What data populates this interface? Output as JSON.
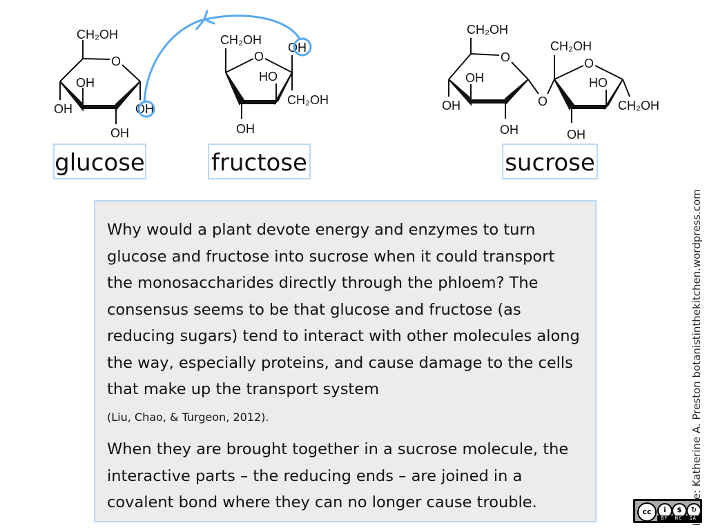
{
  "molecules": {
    "glucose": {
      "name": "glucose",
      "ch2oh": "CH₂OH",
      "ring_o": "O",
      "oh_c4": "OH",
      "oh_c3": "OH",
      "oh_c2": "OH",
      "oh_c1": "OH"
    },
    "fructose": {
      "name": "fructose",
      "ch2oh_top": "CH₂OH",
      "ring_o": "O",
      "oh_c2": "OH",
      "ho_c3": "HO",
      "ch2oh_c2": "CH₂OH",
      "oh_c4": "OH"
    },
    "sucrose": {
      "name": "sucrose",
      "ch2oh_glc": "CH₂OH",
      "ring_o_glc": "O",
      "oh_c4": "OH",
      "oh_c3": "OH",
      "oh_c2": "OH",
      "bridge_o": "O",
      "ch2oh_fru": "CH₂OH",
      "ring_o_fru": "O",
      "ho_fru": "HO",
      "ch2oh_fru2": "CH₂OH",
      "oh_fru": "OH"
    }
  },
  "highlight_color": "#5aaaf0",
  "body": {
    "paragraph1": "Why would a plant devote energy and enzymes to turn glucose and fructose into sucrose when it could transport the monosaccharides directly through the phloem? The consensus seems to be that glucose and fructose (as reducing sugars) tend to interact with other molecules along the way, especially proteins, and cause damage to the cells that make up the transport system",
    "citation": "(Liu, Chao, & Turgeon, 2012).",
    "paragraph2": "When they are brought together in a sucrose molecule, the interactive parts – the reducing ends – are joined in a covalent bond where they can no longer cause trouble."
  },
  "credit": "Image: Katherine A. Preston botanistinthekitchen.wordpress.com",
  "license": {
    "cc": "cc",
    "by": "BY",
    "nc": "NC",
    "sa": "SA"
  }
}
